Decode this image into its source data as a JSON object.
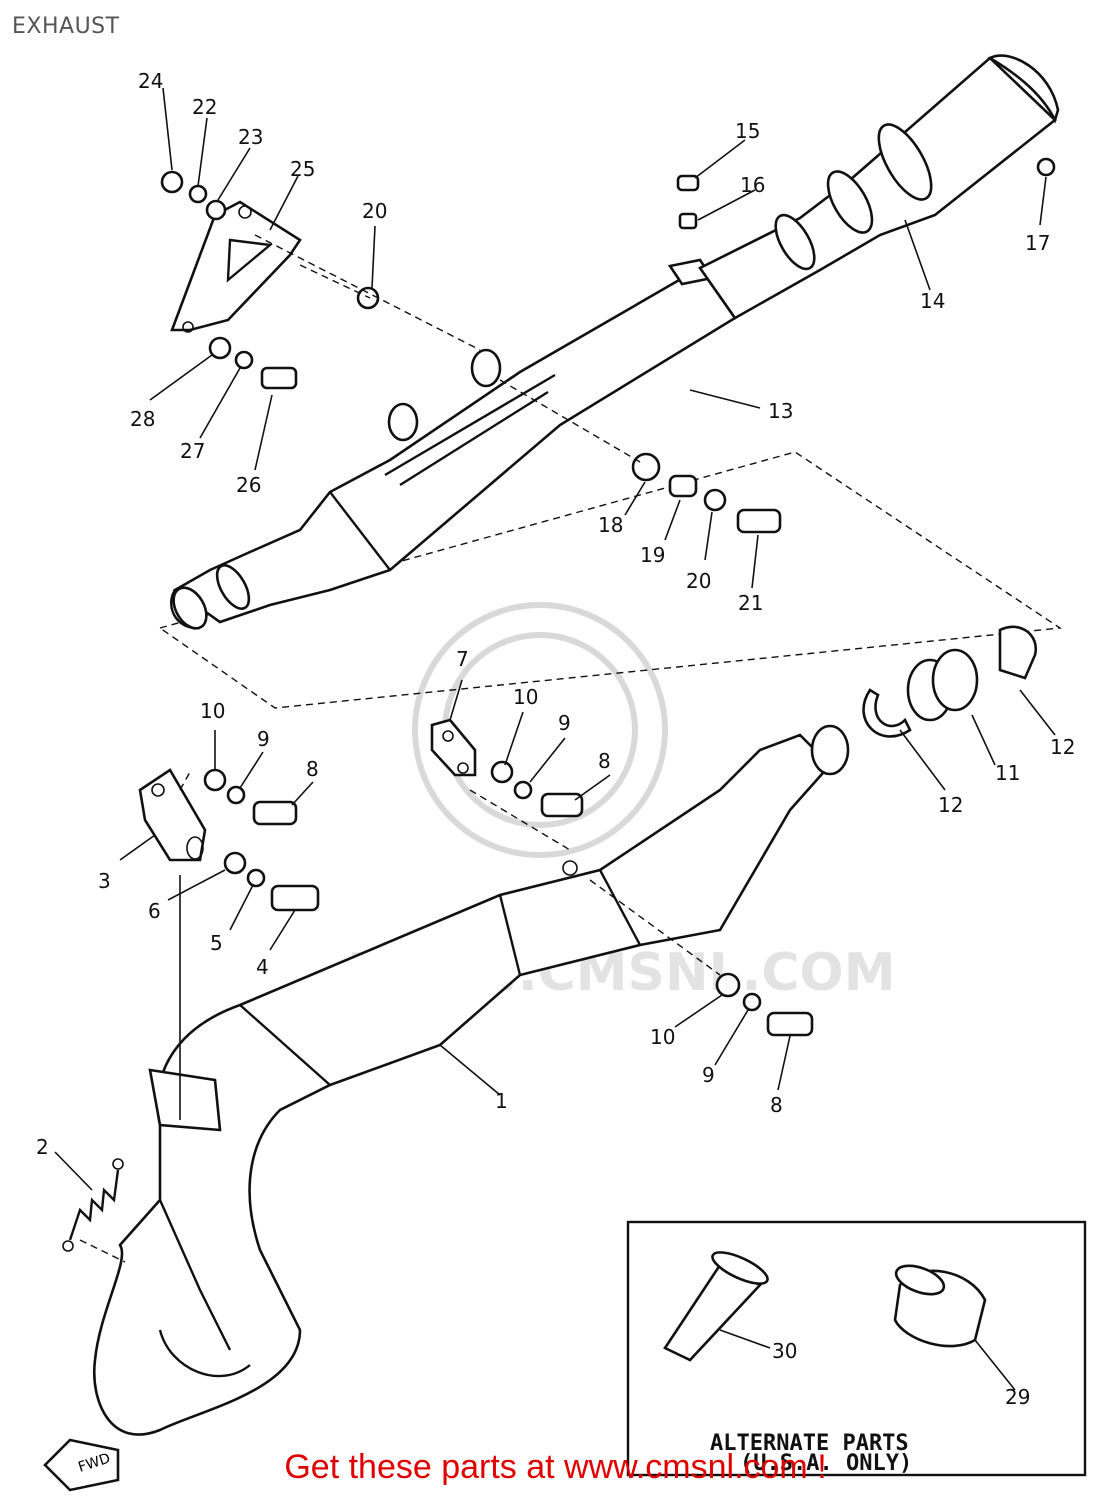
{
  "diagram": {
    "title": "EXHAUST",
    "footer": "Get these parts at www.cmsnl.com !",
    "watermark": "WWW.CMSNL.COM",
    "alternate_parts": {
      "line1": "ALTERNATE PARTS",
      "line2": "(U.S.A. ONLY)"
    },
    "callouts": {
      "c24": "24",
      "c22": "22",
      "c23": "23",
      "c25": "25",
      "c20a": "20",
      "c15": "15",
      "c16": "16",
      "c17": "17",
      "c14": "14",
      "c13": "13",
      "c28": "28",
      "c27": "27",
      "c26": "26",
      "c18": "18",
      "c19": "19",
      "c20b": "20",
      "c21": "21",
      "c7": "7",
      "c10a": "10",
      "c9a": "9",
      "c8a": "8",
      "c10b": "10",
      "c9b": "9",
      "c8b": "8",
      "c11": "11",
      "c12a": "12",
      "c12b": "12",
      "c3": "3",
      "c6": "6",
      "c5": "5",
      "c4": "4",
      "c10c": "10",
      "c9c": "9",
      "c8c": "8",
      "c1": "1",
      "c2": "2",
      "c30": "30",
      "c29": "29"
    }
  }
}
